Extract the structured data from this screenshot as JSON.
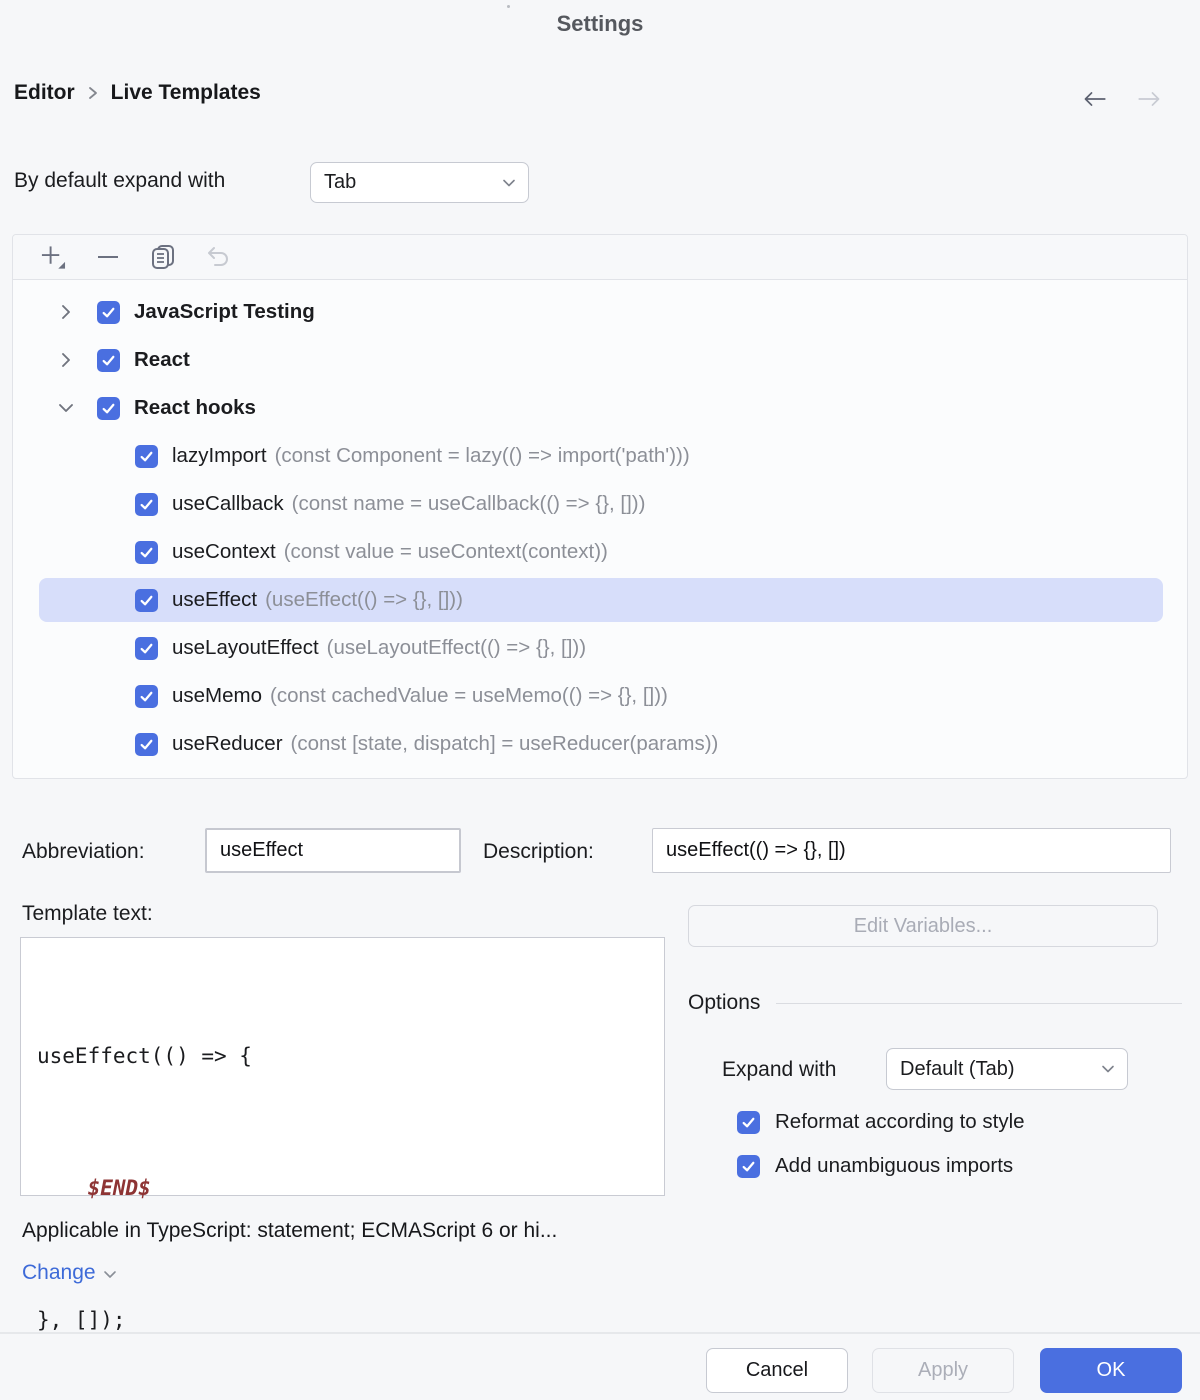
{
  "window": {
    "title": "Settings"
  },
  "breadcrumb": {
    "items": [
      "Editor",
      "Live Templates"
    ]
  },
  "nav": {
    "back_icon": "left-arrow",
    "forward_icon": "right-arrow",
    "back_enabled": true,
    "forward_enabled": false
  },
  "expand_default": {
    "label": "By default expand with",
    "value": "Tab"
  },
  "toolbar": {
    "icons": [
      "add-icon",
      "remove-icon",
      "duplicate-icon",
      "undo-icon"
    ],
    "undo_enabled": false
  },
  "tree": {
    "groups": [
      {
        "label": "JavaScript Testing",
        "checked": true,
        "expanded": false
      },
      {
        "label": "React",
        "checked": true,
        "expanded": false
      },
      {
        "label": "React hooks",
        "checked": true,
        "expanded": true,
        "children": [
          {
            "name": "lazyImport",
            "desc": "(const Component = lazy(() => import('path')))",
            "checked": true,
            "selected": false
          },
          {
            "name": "useCallback",
            "desc": "(const name = useCallback(() => {}, []))",
            "checked": true,
            "selected": false
          },
          {
            "name": "useContext",
            "desc": "(const value = useContext(context))",
            "checked": true,
            "selected": false
          },
          {
            "name": "useEffect",
            "desc": "(useEffect(() => {}, []))",
            "checked": true,
            "selected": true
          },
          {
            "name": "useLayoutEffect",
            "desc": "(useLayoutEffect(() => {}, []))",
            "checked": true,
            "selected": false
          },
          {
            "name": "useMemo",
            "desc": "(const cachedValue = useMemo(() => {}, []))",
            "checked": true,
            "selected": false
          },
          {
            "name": "useReducer",
            "desc": "(const [state, dispatch] = useReducer(params))",
            "checked": true,
            "selected": false
          }
        ]
      }
    ]
  },
  "form": {
    "abbreviation_label": "Abbreviation:",
    "abbreviation_value": "useEffect",
    "description_label": "Description:",
    "description_value": "useEffect(() => {}, [])",
    "template_text_label": "Template text:",
    "edit_variables_label": "Edit Variables...",
    "template_lines": {
      "line1": "useEffect(() => {",
      "line2": "    $END$",
      "line3": "}, []);"
    }
  },
  "options": {
    "header": "Options",
    "expand_with_label": "Expand with",
    "expand_with_value": "Default (Tab)",
    "checkboxes": [
      {
        "label": "Reformat according to style",
        "checked": true
      },
      {
        "label": "Add unambiguous imports",
        "checked": true
      }
    ]
  },
  "context": {
    "applicable_text": "Applicable in TypeScript: statement; ECMAScript 6 or hi...",
    "change_label": "Change"
  },
  "footer": {
    "cancel_label": "Cancel",
    "apply_label": "Apply",
    "apply_enabled": false,
    "ok_label": "OK"
  },
  "colors": {
    "accent_blue": "#4A6FE0",
    "selection_bg": "#D7DEFA",
    "link_blue": "#3D6AD8",
    "template_variable_red": "#8E3434",
    "page_bg": "#F6F7F9"
  }
}
